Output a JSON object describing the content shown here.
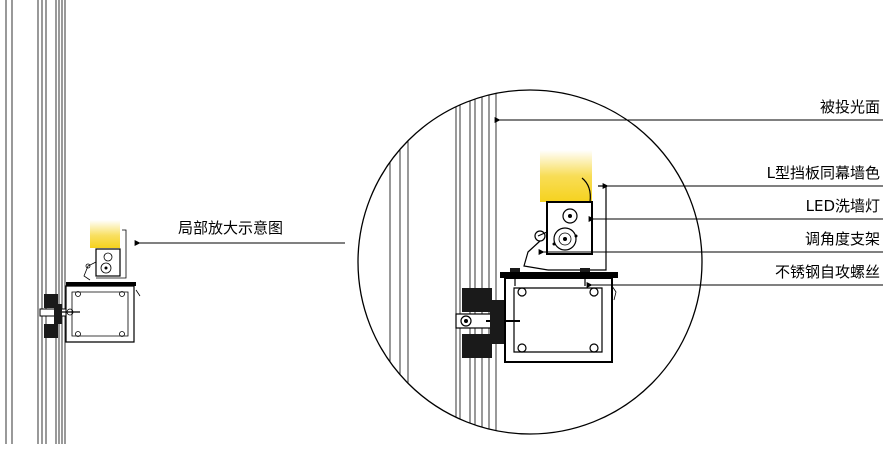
{
  "labels": {
    "detail_label": "局部放大示意图",
    "illuminated_surface": "被投光面",
    "baffle": "L型挡板同幕墙色",
    "led_washer": "LED洗墙灯",
    "bracket": "调角度支架",
    "screw": "不锈钢自攻螺丝"
  },
  "colors": {
    "light_glow": "#f6d21e",
    "line": "#000000",
    "sealant": "#1a1a1a"
  }
}
